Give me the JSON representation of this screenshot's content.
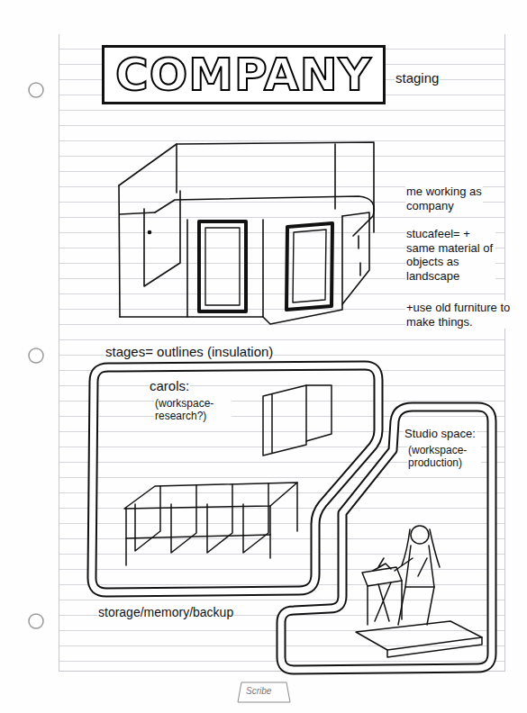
{
  "diagram": {
    "title": "COMPANY",
    "nodes": [
      {
        "text": [
          "carols:",
          "(workspace- research?)"
        ]
      },
      {
        "text": [
          "Studio space:",
          "(workspace- production)"
        ]
      }
    ],
    "labels": [
      "staging",
      "me working as company",
      "stucafeel= + same material of objects as landscape",
      "+use old furniture to make things.",
      "stages= outlines (insulation)",
      "storage/memory/backup",
      "Scribe"
    ]
  }
}
